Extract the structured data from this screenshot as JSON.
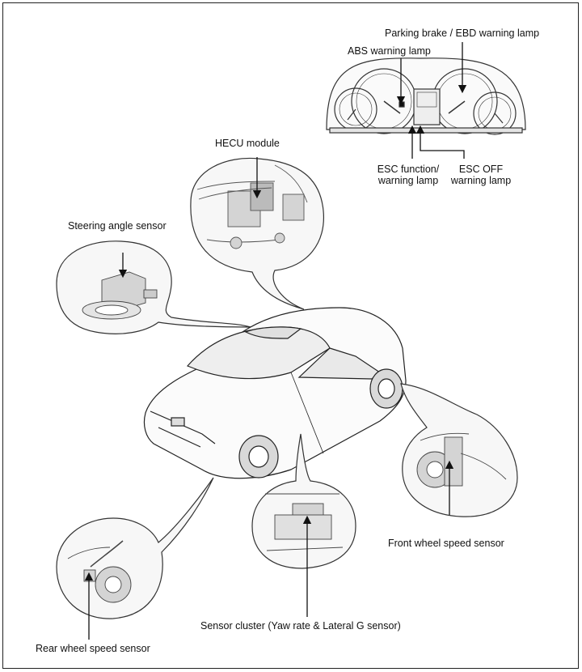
{
  "labels": {
    "parking_brake_ebd": "Parking brake / EBD warning lamp",
    "abs_lamp": "ABS warning lamp",
    "hecu_module": "HECU module",
    "esc_function_line1": "ESC function/",
    "esc_function_line2": "warning lamp",
    "esc_off_line1": "ESC OFF",
    "esc_off_line2": "warning lamp",
    "steering_angle_sensor": "Steering angle sensor",
    "front_wheel_speed_sensor": "Front wheel speed sensor",
    "sensor_cluster": "Sensor cluster (Yaw rate & Lateral G sensor)",
    "rear_wheel_speed_sensor": "Rear wheel speed sensor"
  },
  "colors": {
    "ink": "#111111",
    "bubble_outline": "#333333",
    "bubble_fill": "#f7f7f7",
    "detail_fill": "#d4d4d4"
  }
}
